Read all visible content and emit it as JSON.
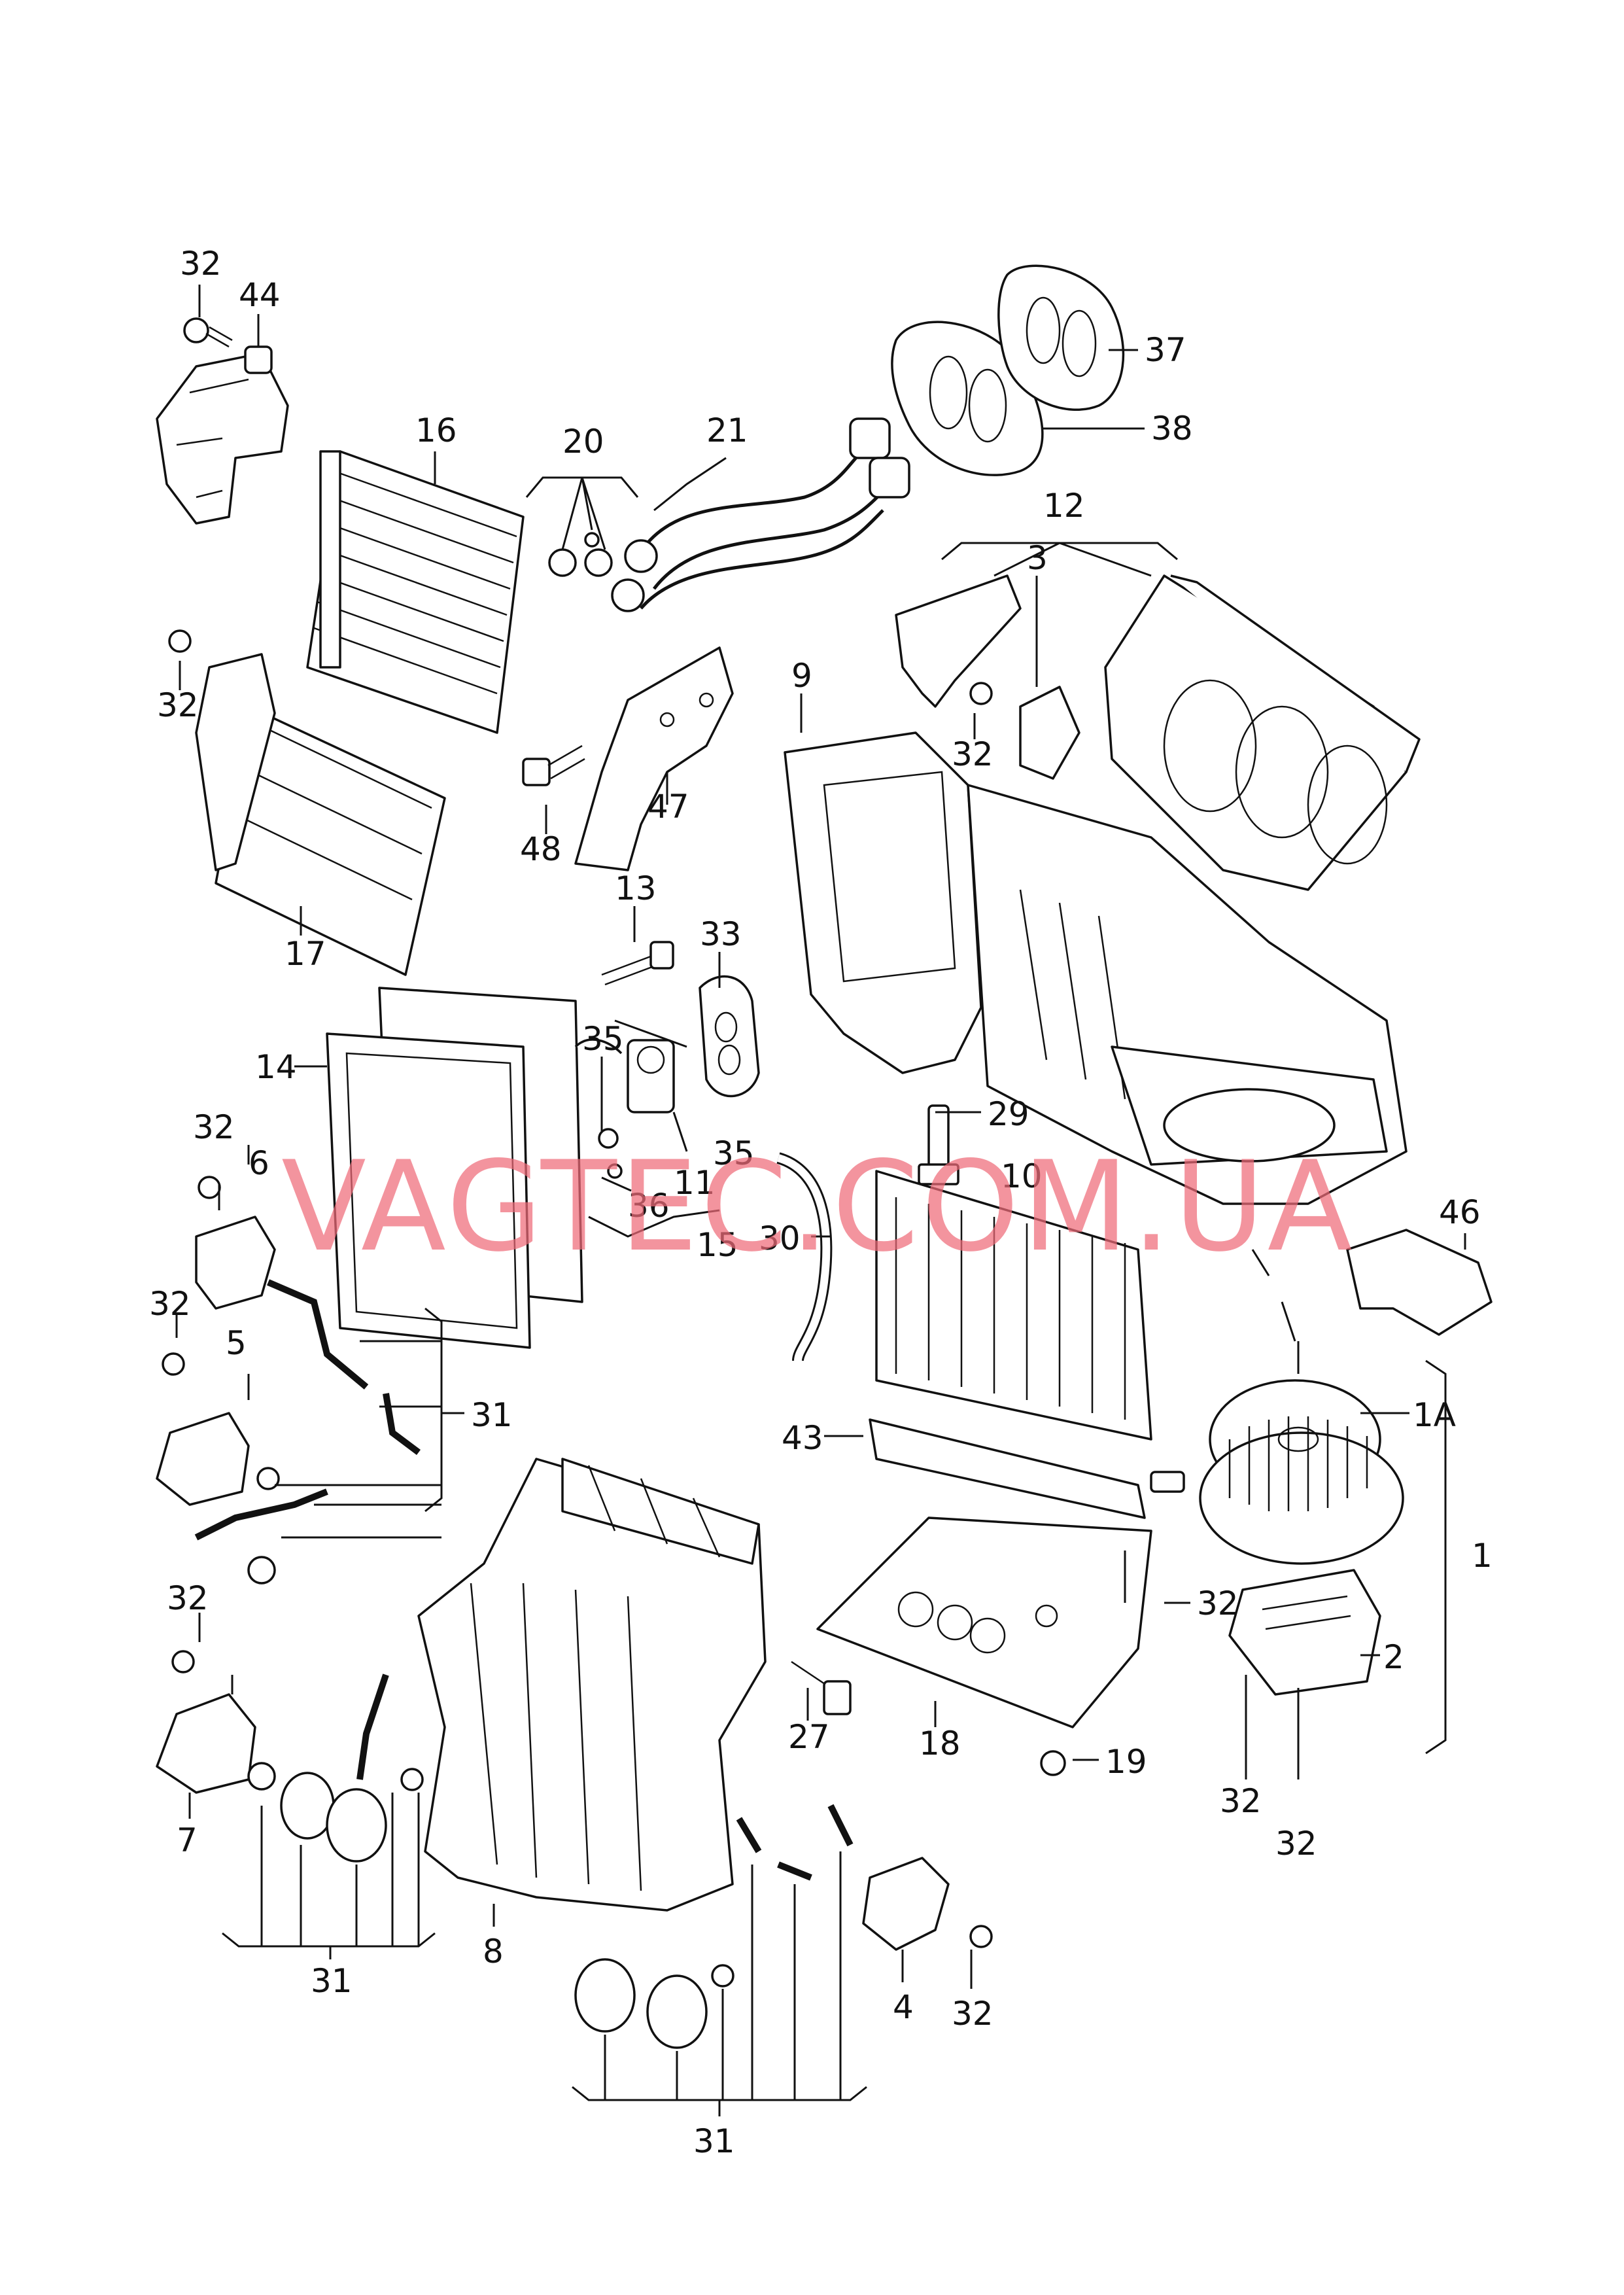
{
  "watermark": "VAGTEC.COM.UA",
  "watermark_color": "#ef6b78",
  "callouts": {
    "c1": "1",
    "c1a": "1A",
    "c2": "2",
    "c3": "3",
    "c4": "4",
    "c5": "5",
    "c6": "6",
    "c7": "7",
    "c8": "8",
    "c9": "9",
    "c10": "10",
    "c11": "11",
    "c12": "12",
    "c13": "13",
    "c14": "14",
    "c15": "15",
    "c16": "16",
    "c17": "17",
    "c18": "18",
    "c19": "19",
    "c20": "20",
    "c21": "21",
    "c27": "27",
    "c29": "29",
    "c30": "30",
    "c31": "31",
    "c32": "32",
    "c33": "33",
    "c35": "35",
    "c36": "36",
    "c37": "37",
    "c38": "38",
    "c43": "43",
    "c44": "44",
    "c46": "46",
    "c47": "47",
    "c48": "48"
  }
}
